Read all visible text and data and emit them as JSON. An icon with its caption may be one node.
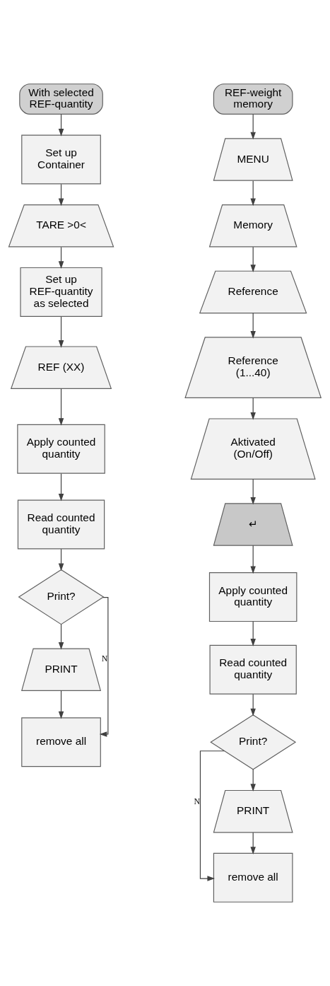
{
  "diagram": {
    "nodes": [
      {
        "text": [
          "With selected REF-quantity"
        ]
      },
      {
        "text": [
          "Set up Container"
        ]
      },
      {
        "text": [
          "TARE >0<"
        ]
      },
      {
        "text": [
          "Set up REF-quantity as selected"
        ]
      },
      {
        "text": [
          "REF (XX)"
        ]
      },
      {
        "text": [
          "Apply counted quantity"
        ]
      },
      {
        "text": [
          "Read counted quantity"
        ]
      },
      {
        "text": [
          "Print?"
        ]
      },
      {
        "text": [
          "PRINT"
        ]
      },
      {
        "text": [
          "remove all"
        ]
      },
      {
        "text": [
          "REF-weight memory"
        ]
      },
      {
        "text": [
          "MENU"
        ]
      },
      {
        "text": [
          "Memory"
        ]
      },
      {
        "text": [
          "Reference"
        ]
      },
      {
        "text": [
          "Reference (1...40)"
        ]
      },
      {
        "text": [
          "Aktivated (On/Off)"
        ]
      },
      {
        "text": [
          "↵"
        ]
      },
      {
        "text": [
          "Apply counted quantity"
        ]
      },
      {
        "text": [
          "Read counted quantity"
        ]
      },
      {
        "text": [
          "Print?"
        ]
      },
      {
        "text": [
          "PRINT"
        ]
      },
      {
        "text": [
          "remove all"
        ]
      }
    ],
    "edges": [
      {
        "from": 0,
        "to": 1,
        "arrow": "to"
      },
      {
        "from": 1,
        "to": 2,
        "arrow": "to"
      },
      {
        "from": 2,
        "to": 3,
        "arrow": "to"
      },
      {
        "from": 3,
        "to": 4,
        "arrow": "to"
      },
      {
        "from": 4,
        "to": 5,
        "arrow": "to"
      },
      {
        "from": 5,
        "to": 6,
        "arrow": "to"
      },
      {
        "from": 6,
        "to": 7,
        "arrow": "to"
      },
      {
        "from": 7,
        "to": 8,
        "arrow": "to"
      },
      {
        "from": 8,
        "to": 9,
        "arrow": "to"
      },
      {
        "from": 7,
        "to": 9,
        "arrow": "to",
        "label": "N"
      },
      {
        "from": 10,
        "to": 11,
        "arrow": "to"
      },
      {
        "from": 11,
        "to": 12,
        "arrow": "to"
      },
      {
        "from": 12,
        "to": 13,
        "arrow": "to"
      },
      {
        "from": 13,
        "to": 14,
        "arrow": "to"
      },
      {
        "from": 14,
        "to": 15,
        "arrow": "to"
      },
      {
        "from": 15,
        "to": 16,
        "arrow": "to"
      },
      {
        "from": 16,
        "to": 17,
        "arrow": "to"
      },
      {
        "from": 17,
        "to": 18,
        "arrow": "to"
      },
      {
        "from": 18,
        "to": 19,
        "arrow": "to"
      },
      {
        "from": 19,
        "to": 20,
        "arrow": "to"
      },
      {
        "from": 20,
        "to": 21,
        "arrow": "to"
      },
      {
        "from": 19,
        "to": 21,
        "arrow": "to",
        "label": "N"
      }
    ]
  }
}
